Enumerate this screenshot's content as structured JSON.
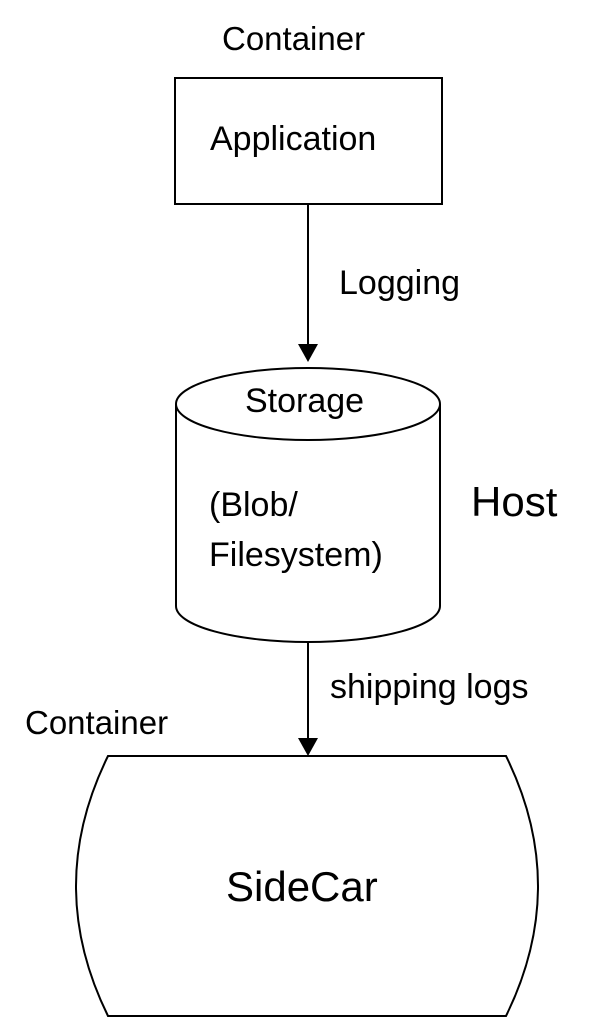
{
  "diagram": {
    "top_container_label": "Container",
    "application_label": "Application",
    "logging_label": "Logging",
    "storage_label": "Storage",
    "storage_detail_line1": "(Blob/",
    "storage_detail_line2": "Filesystem)",
    "host_label": "Host",
    "shipping_label": "shipping logs",
    "bottom_container_label": "Container",
    "sidecar_label": "SideCar"
  },
  "colors": {
    "stroke": "#000000",
    "background": "#ffffff"
  }
}
